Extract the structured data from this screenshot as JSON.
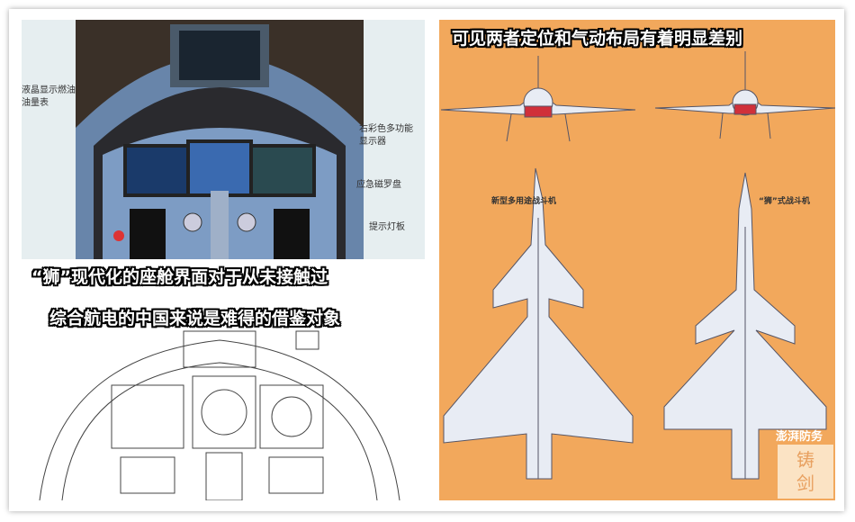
{
  "cockpit_photo": {
    "labels": [
      "液晶显示燃油",
      "油量表",
      "右彩色多功能",
      "显示器",
      "应急磁罗盘",
      "提示灯板"
    ]
  },
  "captions": {
    "line1": "“狮”现代化的座舱界面对于从未接触过",
    "line2": "综合航电的中国来说是难得的借鉴对象",
    "right_title": "可见两者定位和气动布局有着明显差别"
  },
  "aircraft": {
    "left_label": "新型多用途战斗机",
    "right_label": "“狮”式战斗机"
  },
  "watermark": {
    "text": "澎湃防务",
    "seal": "铸剑"
  },
  "colors": {
    "orange": "#f2a85c",
    "cockpit_dark": "#1c2a3a"
  }
}
